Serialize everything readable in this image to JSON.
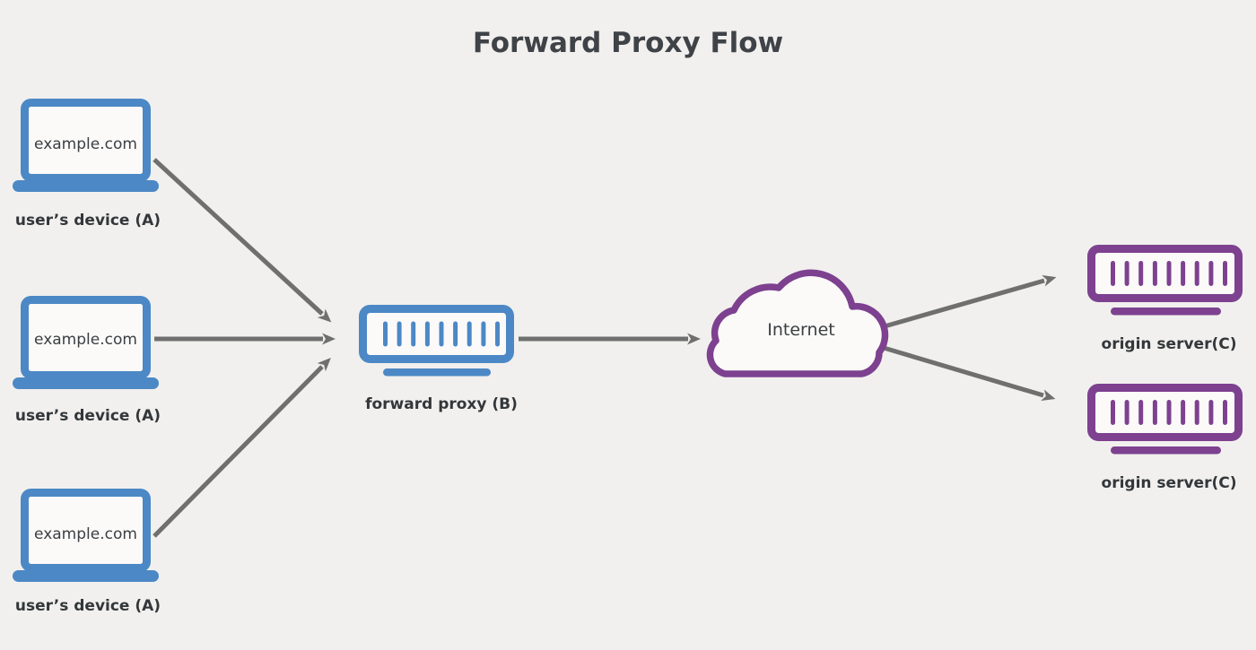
{
  "title": "Forward Proxy Flow",
  "colors": {
    "background": "#f1f0ee",
    "device_blue": "#4c88c5",
    "server_purple": "#7d4190",
    "arrow_gray": "#6f6f6f",
    "caption_text": "#33373a",
    "title_text": "#3f4347"
  },
  "nodes": {
    "devices": [
      {
        "icon": "laptop-icon",
        "screen_label": "example.com",
        "caption": "user’s device (A)"
      },
      {
        "icon": "laptop-icon",
        "screen_label": "example.com",
        "caption": "user’s device (A)"
      },
      {
        "icon": "laptop-icon",
        "screen_label": "example.com",
        "caption": "user’s device (A)"
      }
    ],
    "proxy": {
      "icon": "server-icon",
      "caption": "forward proxy (B)"
    },
    "internet": {
      "icon": "cloud-icon",
      "label": "Internet"
    },
    "origin_servers": [
      {
        "icon": "server-icon",
        "caption": "origin server(C)"
      },
      {
        "icon": "server-icon",
        "caption": "origin server(C)"
      }
    ]
  },
  "edges": [
    {
      "from": "user-device-1",
      "to": "forward-proxy"
    },
    {
      "from": "user-device-2",
      "to": "forward-proxy"
    },
    {
      "from": "user-device-3",
      "to": "forward-proxy"
    },
    {
      "from": "forward-proxy",
      "to": "internet"
    },
    {
      "from": "internet",
      "to": "origin-server-1"
    },
    {
      "from": "internet",
      "to": "origin-server-2"
    }
  ]
}
